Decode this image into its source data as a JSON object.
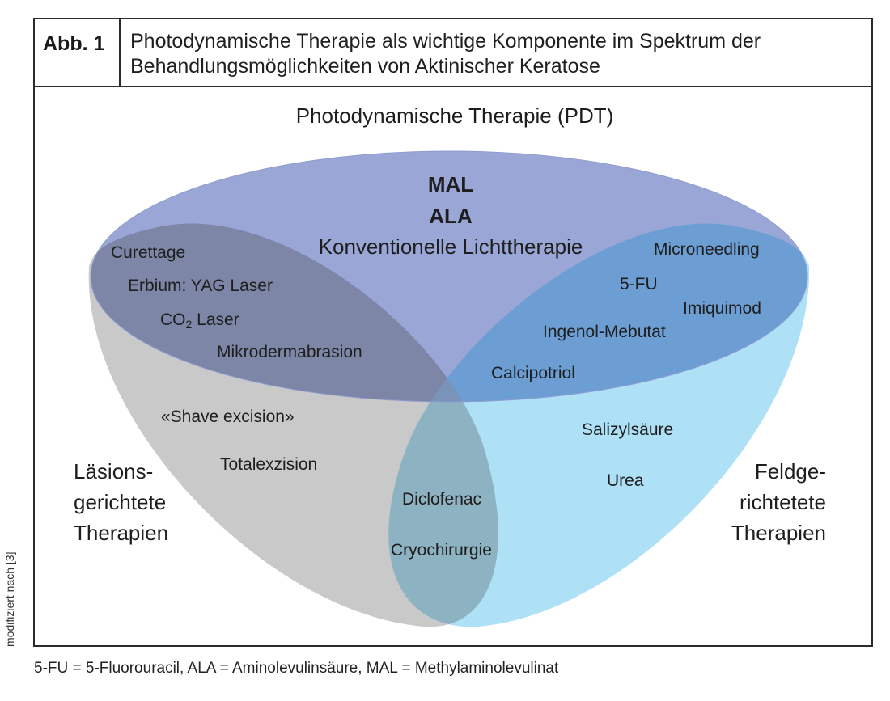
{
  "figure": {
    "label": "Abb. 1",
    "caption": "Photodynamische Therapie als wichtige Komponente im Spektrum der Behandlungsmöglichkeiten von Aktinischer Keratose"
  },
  "diagram": {
    "top_title": "Photodynamische Therapie (PDT)",
    "pdt": {
      "mal": "MAL",
      "ala": "ALA",
      "conventional": "Konventionelle Lichttherapie"
    },
    "left_overlap": {
      "items": [
        "Curettage",
        "Erbium: YAG Laser",
        "CO",
        "2",
        "Laser",
        "Mikrodermabrasion"
      ]
    },
    "right_overlap": {
      "items": [
        "Microneedling",
        "5-FU",
        "Imiquimod",
        "Ingenol-Mebutat",
        "Calcipotriol"
      ]
    },
    "left_only": {
      "items": [
        "«Shave excision»",
        "Totalexzision"
      ]
    },
    "right_only": {
      "items": [
        "Salizylsäure",
        "Urea"
      ]
    },
    "bottom_overlap": {
      "items": [
        "Diclofenac",
        "Cryochirurgie"
      ]
    },
    "left_group": [
      "Läsions-",
      "gerichtete",
      "Therapien"
    ],
    "right_group": [
      "Feldge-",
      "richtetete",
      "Therapien"
    ],
    "colors": {
      "pdt": "#7b8fd0",
      "lesion": "#c7c7c7",
      "field": "#a9dcf4",
      "overlap_left": "#7c86a8",
      "overlap_right": "#6b9fd6",
      "overlap_bottom": "#8aafbf"
    }
  },
  "credit": "modifiziert nach [3]",
  "footnote": "5-FU = 5-Fluorouracil, ALA = Aminolevulinsäure, MAL = Methylaminolevulinat"
}
